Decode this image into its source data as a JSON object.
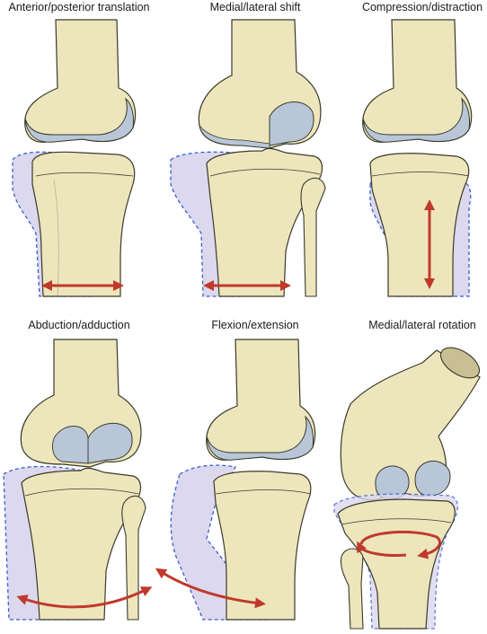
{
  "panels": [
    {
      "label": "Anterior/posterior translation"
    },
    {
      "label": "Medial/lateral shift"
    },
    {
      "label": "Compression/distraction"
    },
    {
      "label": "Abduction/adduction"
    },
    {
      "label": "Flexion/extension"
    },
    {
      "label": "Medial/lateral rotation"
    }
  ],
  "colors": {
    "bone_fill": "#ede6bd",
    "bone_stroke": "#3a3a2a",
    "cartilage": "#b8c6d8",
    "ghost_fill": "#dcd8ee",
    "ghost_stroke": "#3a5fcf",
    "arrow": "#c0392b",
    "bone_cut": "#c9bf94"
  }
}
